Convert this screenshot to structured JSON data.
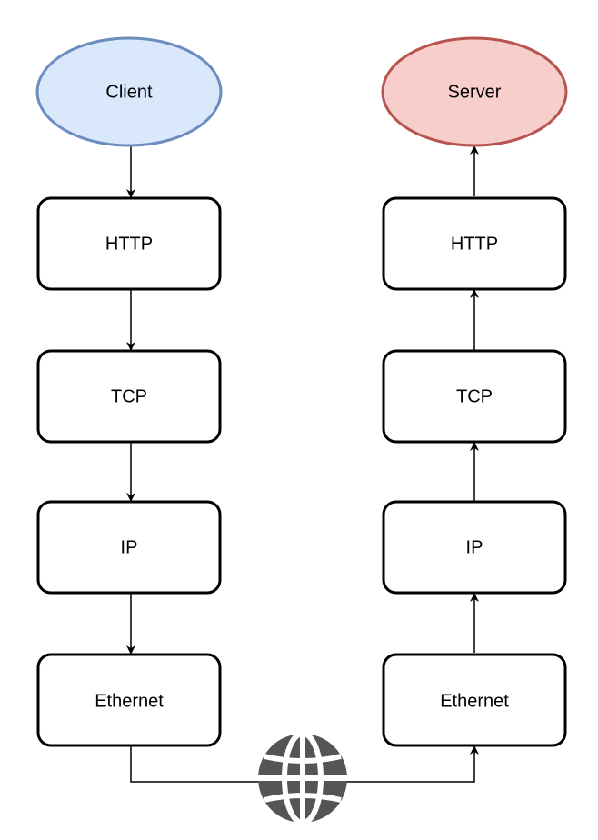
{
  "diagram": {
    "client": {
      "label": "Client",
      "fill": "#dae8fc",
      "stroke": "#6c8ebf"
    },
    "server": {
      "label": "Server",
      "fill": "#f8cecc",
      "stroke": "#b85450"
    },
    "client_stack": [
      {
        "label": "HTTP"
      },
      {
        "label": "TCP"
      },
      {
        "label": "IP"
      },
      {
        "label": "Ethernet"
      }
    ],
    "server_stack": [
      {
        "label": "HTTP"
      },
      {
        "label": "TCP"
      },
      {
        "label": "IP"
      },
      {
        "label": "Ethernet"
      }
    ],
    "network_icon": "globe-icon",
    "edges": [
      {
        "from": "Client",
        "to": "HTTP (client)"
      },
      {
        "from": "HTTP (client)",
        "to": "TCP (client)"
      },
      {
        "from": "TCP (client)",
        "to": "IP (client)"
      },
      {
        "from": "IP (client)",
        "to": "Ethernet (client)"
      },
      {
        "from": "Ethernet (client)",
        "to": "Ethernet (server)",
        "via": "globe-icon"
      },
      {
        "from": "Ethernet (server)",
        "to": "IP (server)"
      },
      {
        "from": "IP (server)",
        "to": "TCP (server)"
      },
      {
        "from": "TCP (server)",
        "to": "HTTP (server)"
      },
      {
        "from": "HTTP (server)",
        "to": "Server"
      }
    ]
  }
}
